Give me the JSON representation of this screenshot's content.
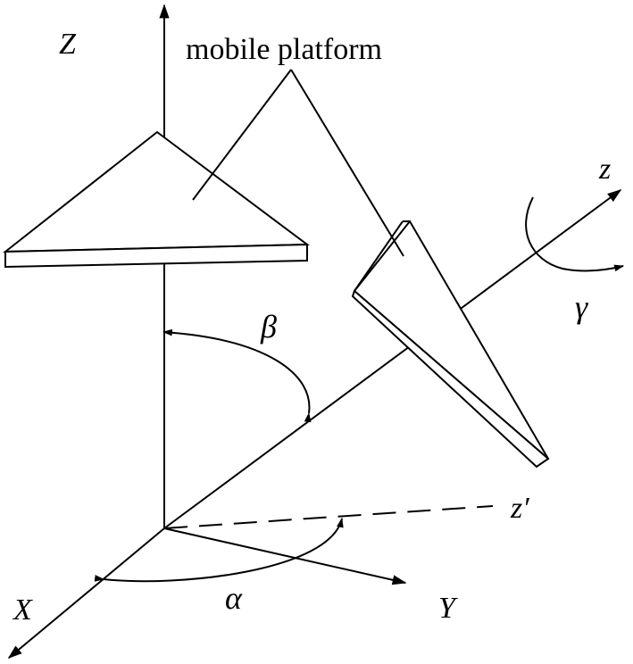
{
  "labels": {
    "platform": "mobile platform",
    "Z": "Z",
    "X": "X",
    "Y": "Y",
    "z": "z",
    "z_prime": "z′",
    "alpha": "α",
    "beta": "β",
    "gamma": "γ"
  }
}
